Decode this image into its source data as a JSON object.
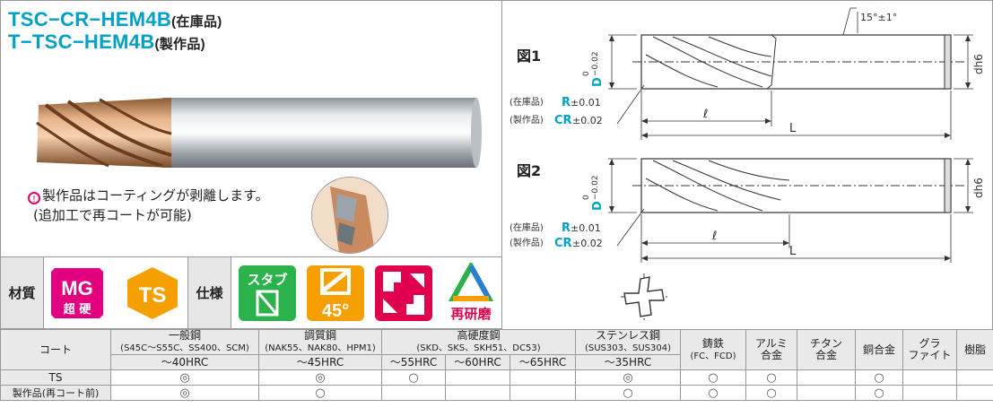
{
  "product": {
    "title1_main": "TSC−CR−HEM4B",
    "title1_sub": "(在庫品)",
    "title2_main": "T−TSC−HEM4B",
    "title2_sub": "(製作品)",
    "note_line1": "製作品はコーティングが剥離します。",
    "note_line2": "(追加工で再コートが可能)",
    "pin_glyph": "!"
  },
  "icons": {
    "material_label": "材質",
    "spec_label": "仕様",
    "mg_top": "MG",
    "mg_bottom": "超 硬",
    "ts": "TS",
    "stub": "スタブ",
    "angle": "45°",
    "regrind": "再研磨",
    "mg_color": "#e3007f",
    "ts_color": "#f5a000",
    "stub_color": "#2bb24c",
    "angle_color": "#f5a000",
    "corner_color": "#e0004d",
    "regrind_color": "#e0004d"
  },
  "diagrams": {
    "fig1": "図1",
    "fig2": "図2",
    "tol_top": "0",
    "tol_bottom": "−0.02",
    "diam": "D",
    "stock_label": "(在庫品)",
    "made_label": "(製作品)",
    "r_sym": "R",
    "r_tol": "±0.01",
    "cr_sym": "CR",
    "cr_tol": "±0.02",
    "ell": "ℓ",
    "L": "L",
    "dh6": "dh6",
    "angle_note": "15°±1°"
  },
  "table": {
    "coat": "コート",
    "general_steel": "一般鋼",
    "general_steel_sub": "(S45C〜S55C、SS400、SCM)",
    "tool_steel": "調質鋼",
    "tool_steel_sub": "(NAK55、NAK80、HPM1)",
    "hard_steel": "高硬度鋼",
    "hard_steel_sub": "(SKD、SKS、SKH51、DC53)",
    "stainless": "ステンレス鋼",
    "stainless_sub": "(SUS303、SUS304)",
    "cast_iron": "鋳鉄",
    "cast_iron_sub": "(FC、FCD)",
    "alu1": "アルミ",
    "alu2": "合金",
    "ti1": "チタン",
    "ti2": "合金",
    "copper": "銅合金",
    "graph1": "グラ",
    "graph2": "ファイト",
    "resin": "樹脂",
    "h40": "〜40HRC",
    "h45": "〜45HRC",
    "h55": "〜55HRC",
    "h60": "〜60HRC",
    "h65": "〜65HRC",
    "h35": "〜35HRC",
    "rows": [
      {
        "name": "TS",
        "cells": [
          "◎",
          "◎",
          "○",
          "",
          "",
          "◎",
          "○",
          "○",
          "",
          "○",
          "",
          ""
        ]
      },
      {
        "name": "製作品(再コート前)",
        "cells": [
          "◎",
          "○",
          "",
          "",
          "",
          "○",
          "○",
          "○",
          "",
          "○",
          "",
          ""
        ]
      }
    ]
  }
}
